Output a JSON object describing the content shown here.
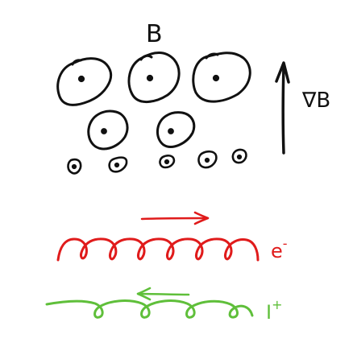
{
  "labels": {
    "field": "B",
    "gradient": "∇B",
    "electron": "e",
    "electron_charge": "-",
    "ion": "I",
    "ion_charge": "+"
  },
  "colors": {
    "ink": "#111111",
    "electron": "#e01b1b",
    "ion": "#5fbf3a",
    "background": "#ffffff"
  },
  "field_rows": [
    {
      "row": "large",
      "count": 3
    },
    {
      "row": "medium",
      "count": 2
    },
    {
      "row": "small",
      "count": 5
    }
  ],
  "drift": {
    "electron_direction": "right",
    "ion_direction": "left",
    "gradient_direction": "up"
  },
  "icons": {
    "gradient_arrow": "arrow-up-icon",
    "electron_arrow": "arrow-right-icon",
    "ion_arrow": "arrow-left-icon"
  }
}
